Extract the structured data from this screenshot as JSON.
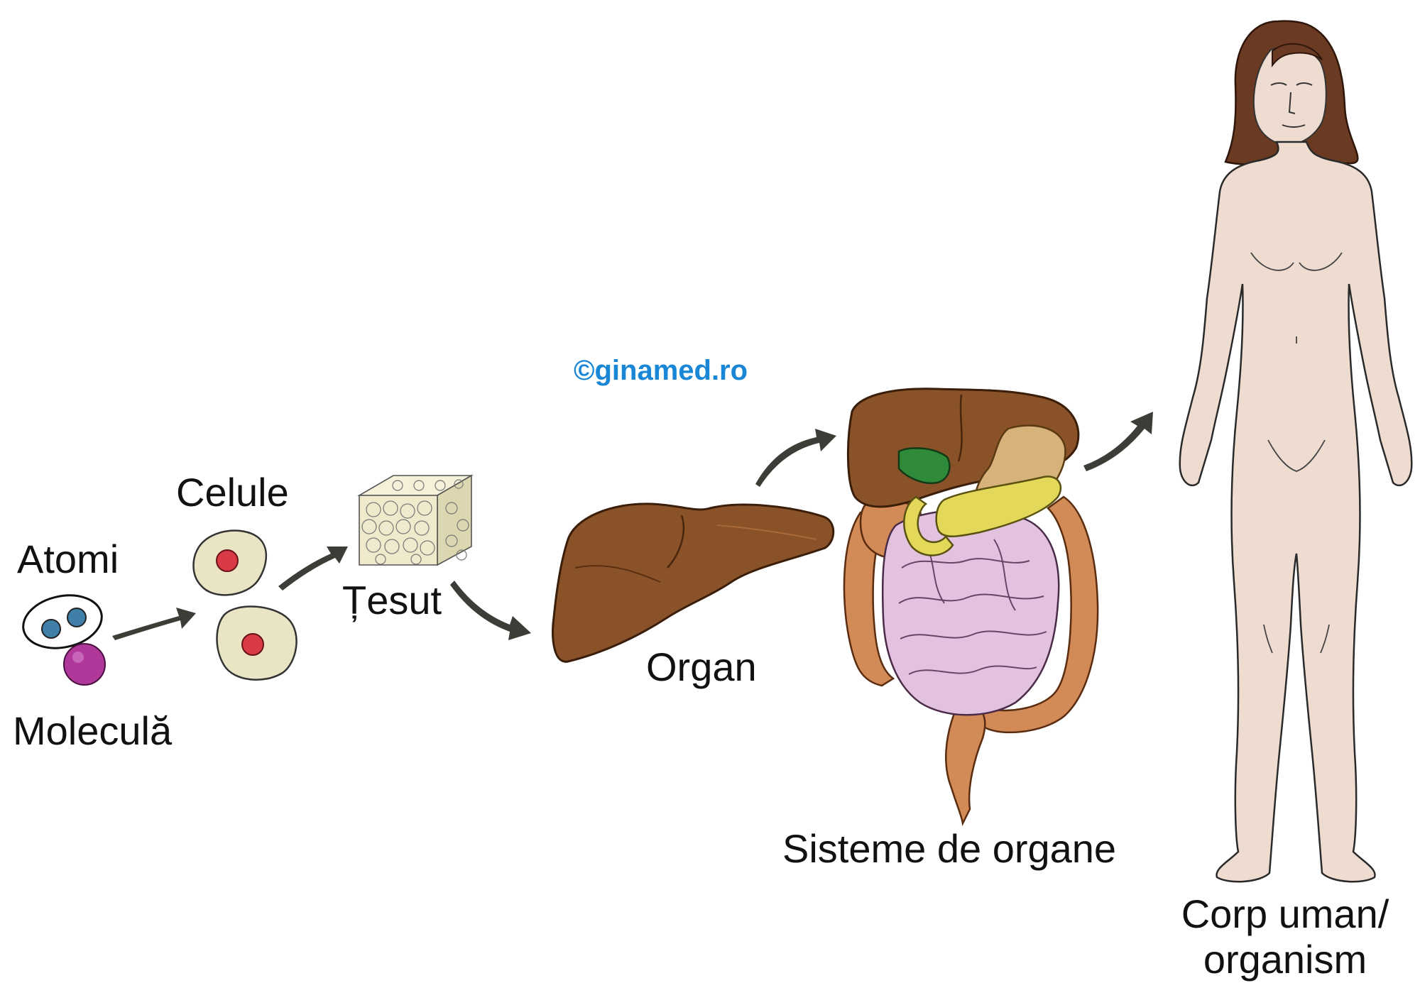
{
  "labels": {
    "atomi": "Atomi",
    "molecula": "Moleculă",
    "celule": "Celule",
    "tesut": "Țesut",
    "organ": "Organ",
    "sisteme": "Sisteme de organe",
    "corp_line1": "Corp uman/",
    "corp_line2": "organism"
  },
  "watermark": "©ginamed.ro",
  "colors": {
    "atom": "#3f7fa8",
    "molecule": "#b0389a",
    "cell_fill": "#e9e4c4",
    "cell_nucleus": "#d93a46",
    "tissue": "#eeeacb",
    "liver": "#8a5229",
    "gallbladder": "#2f8a3a",
    "pancreas": "#e4d85a",
    "stomach": "#d7b27a",
    "colon": "#d28a56",
    "small_intestine": "#e3c2df",
    "skin": "#efdcd0",
    "hair": "#6b3a22",
    "arrow": "#3a3e36",
    "watermark": "#1a86d6"
  },
  "icons": [
    "atom-icon",
    "molecule-icon",
    "cell-icon",
    "tissue-cube-icon",
    "liver-icon",
    "digestive-system-icon",
    "human-body-icon",
    "arrow-icon"
  ]
}
